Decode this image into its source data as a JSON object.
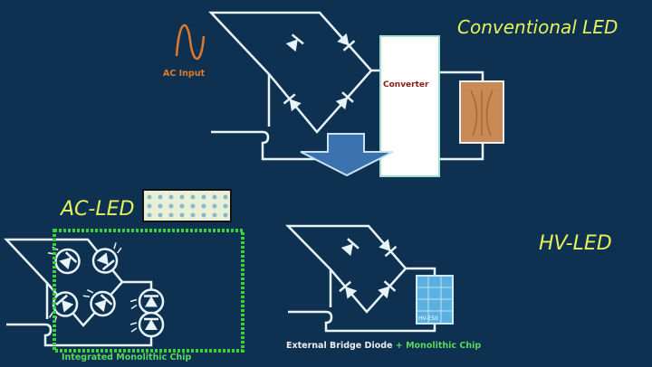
{
  "colors": {
    "background": "#0e3152",
    "wire": "#e8f4f8",
    "title": "#e6f25a",
    "ac_input": "#e07a2a",
    "converter_text": "#8a1a1a",
    "caption_green": "#5ad85a",
    "arrow": "#3d72b0"
  },
  "conventional": {
    "title": "Conventional LED",
    "ac_label": "AC Input",
    "converter_label": "Converter"
  },
  "ac_led": {
    "title": "AC-LED",
    "caption": "Integrated Monolithic Chip"
  },
  "hv_led": {
    "title": "HV-LED",
    "caption_part1": "External Bridge Diode",
    "caption_plus": "+",
    "caption_part2": "Monolithic Chip",
    "chip_label": "HV-ES0"
  }
}
